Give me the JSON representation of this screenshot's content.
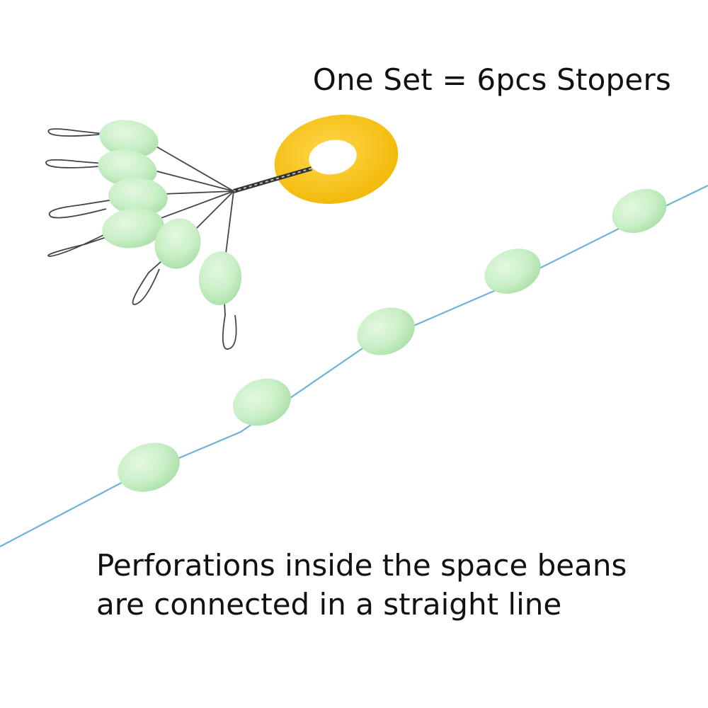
{
  "captions": {
    "top": "One Set = 6pcs Stopers",
    "bottom_line1": "Perforations inside the space beans",
    "bottom_line2": "are connected in a straight line"
  },
  "colors": {
    "background": "#ffffff",
    "bead": "#c9efc6",
    "fishing_line": "#6fb3d8",
    "holder_disc": "#f6c21a",
    "wire": "#444444"
  },
  "product": {
    "stopper_count": 6,
    "beads_on_line": 5
  }
}
